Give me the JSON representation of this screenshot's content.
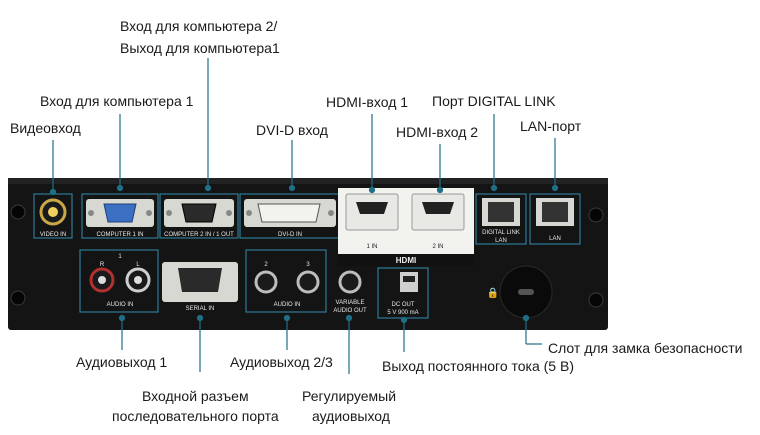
{
  "callouts": {
    "video_in": "Видеовход",
    "computer1_in": "Вход для компьютера 1",
    "computer2_line1": "Вход для компьютера 2/",
    "computer2_line2": "Выход для компьютера1",
    "dvi_in": "DVI-D вход",
    "hdmi1_in": "HDMI-вход 1",
    "hdmi2_in": "HDMI-вход 2",
    "digital_link": "Порт DIGITAL LINK",
    "lan_port": "LAN-порт",
    "audio_out1": "Аудиовыход 1",
    "audio_out23": "Аудиовыход 2/3",
    "serial_line1": "Входной разъем",
    "serial_line2": "последовательного порта",
    "variable_line1": "Регулируемый",
    "variable_line2": "аудиовыход",
    "dc_out": "Выход постоянного тока (5 В)",
    "security_slot": "Слот для замка безопасности"
  },
  "panel_labels": {
    "video_in": "VIDEO IN",
    "computer1_in": "COMPUTER 1 IN",
    "computer2_in_out": "COMPUTER 2 IN / 1 OUT",
    "dvi_d_in": "DVI-D IN",
    "hdmi1": "1 IN",
    "hdmi2": "2 IN",
    "hdmi_logo": "HDMI",
    "digital_link": "DIGITAL LINK",
    "digital_link_sub": "LAN",
    "lan": "LAN",
    "audio_in_left": "AUDIO IN",
    "audio_r": "R",
    "audio_l": "L",
    "audio_one": "1",
    "serial_in": "SERIAL IN",
    "audio_in_2_3": "AUDIO IN",
    "audio_2": "2",
    "audio_3": "3",
    "variable_audio_1": "VARIABLE",
    "variable_audio_2": "AUDIO OUT",
    "dc_out_1": "DC OUT",
    "dc_out_2": "5 V  900 mA"
  },
  "colors": {
    "panel": "#141414",
    "panel_edge": "#2a2a2a",
    "callout_line": "#1f6f86",
    "port_face": "#d8d8d2",
    "port_label": "#e6e6e6"
  }
}
